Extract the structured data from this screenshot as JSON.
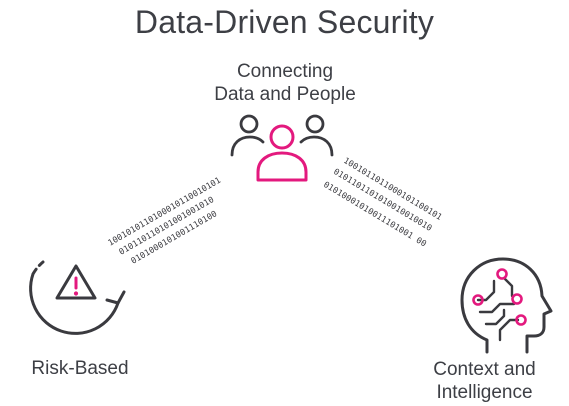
{
  "title": "Data-Driven Security",
  "nodes": {
    "top": {
      "label": "Connecting\nData and People",
      "icon": "people-group-icon"
    },
    "left": {
      "label": "Risk-Based",
      "icon": "warning-cycle-icon"
    },
    "right": {
      "label": "Context and\nIntelligence",
      "icon": "ai-head-icon"
    }
  },
  "binary": {
    "left": [
      "1001010110100010110010101",
      "010110110101001001010",
      "0101000101001110100"
    ],
    "right": [
      "1001011011000101100101",
      "0101101101010010010010",
      "01010001010011101001 00"
    ]
  },
  "colors": {
    "accent": "#e3197e",
    "ink": "#3a3a3f"
  }
}
